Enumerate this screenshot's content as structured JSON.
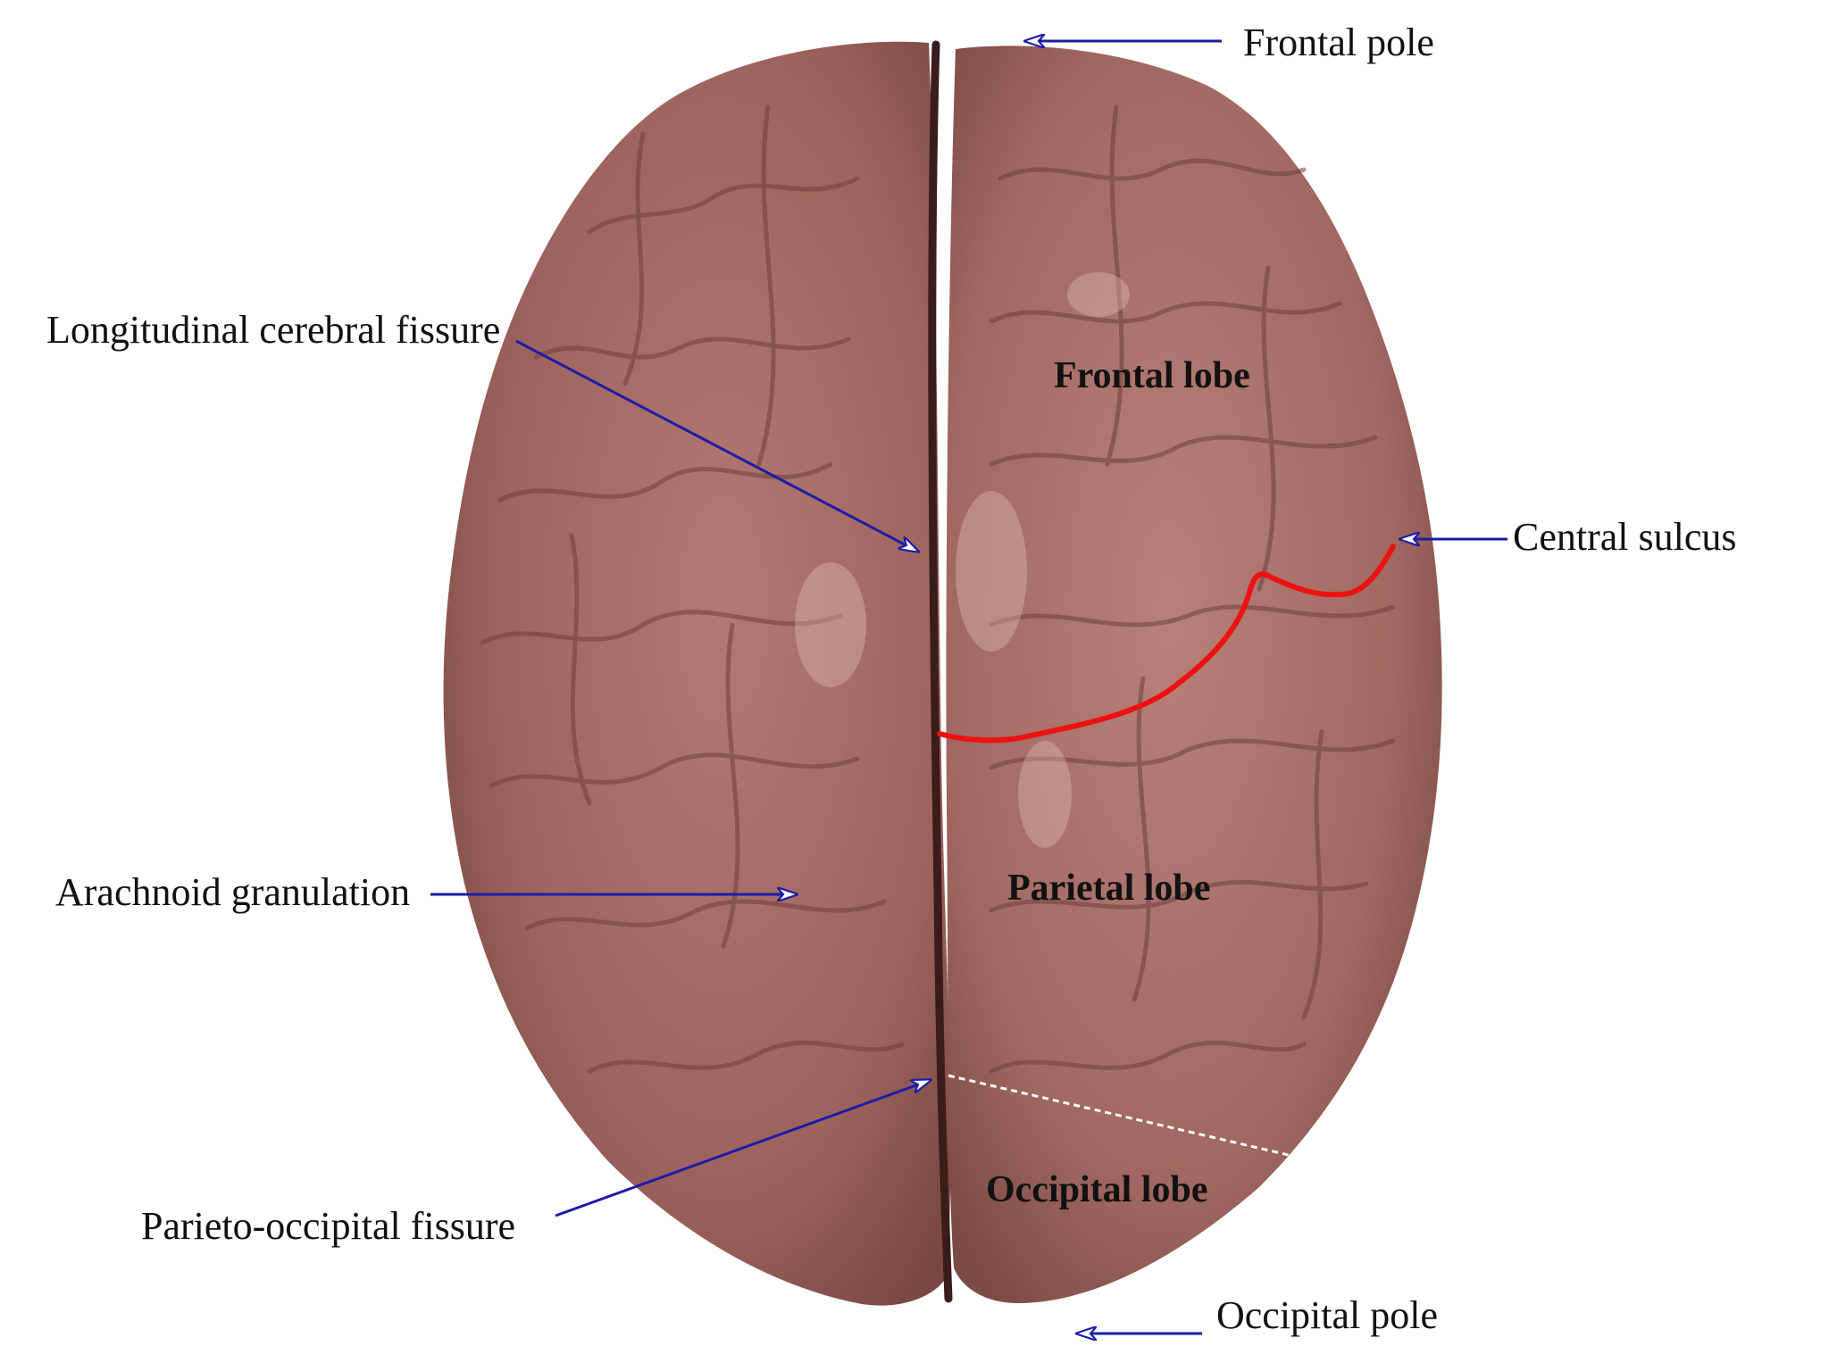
{
  "labels": {
    "frontal_pole": "Frontal pole",
    "longitudinal_fissure": "Longitudinal cerebral fissure",
    "central_sulcus": "Central sulcus",
    "arachnoid_granulation": "Arachnoid granulation",
    "parieto_occipital_fissure": "Parieto-occipital fissure",
    "occipital_pole": "Occipital pole"
  },
  "lobes": {
    "frontal": "Frontal lobe",
    "parietal": "Parietal lobe",
    "occipital": "Occipital lobe"
  },
  "colors": {
    "background": "#ffffff",
    "brain": "#a0675f",
    "pointer": "#1c1ca8",
    "central_sulcus_line": "#ee1111",
    "parieto_occipital_line": "#ffffff"
  }
}
